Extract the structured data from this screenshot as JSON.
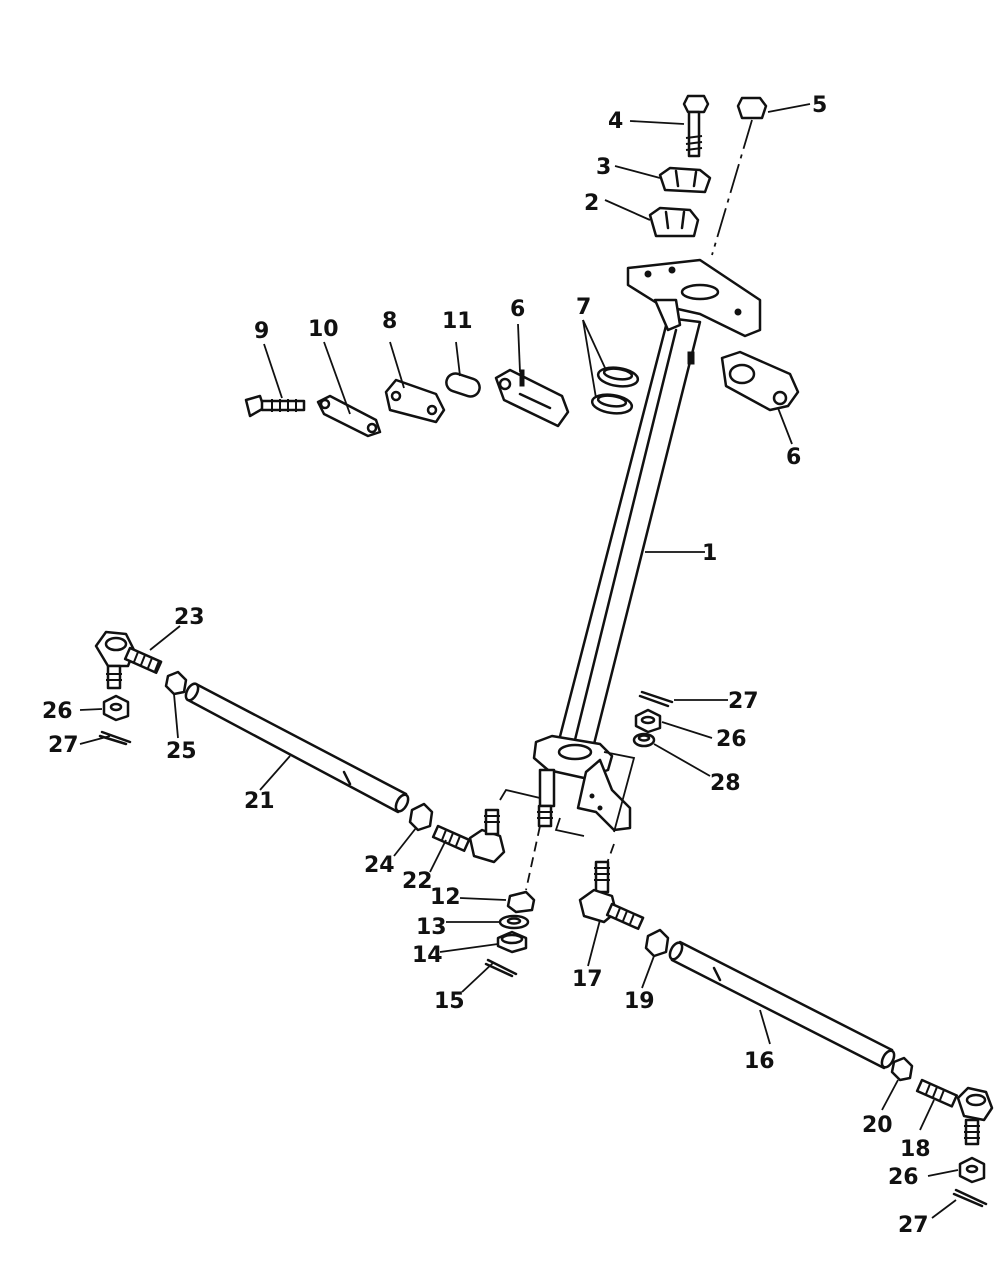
{
  "diagram": {
    "labels": {
      "p1": "1",
      "p2": "2",
      "p3": "3",
      "p4": "4",
      "p5": "5",
      "p6a": "6",
      "p6b": "6",
      "p7": "7",
      "p8": "8",
      "p9": "9",
      "p10": "10",
      "p11": "11",
      "p12": "12",
      "p13": "13",
      "p14": "14",
      "p15": "15",
      "p16": "16",
      "p17": "17",
      "p18": "18",
      "p19": "19",
      "p20": "20",
      "p21": "21",
      "p22": "22",
      "p23": "23",
      "p24": "24",
      "p25": "25",
      "p26a": "26",
      "p26b": "26",
      "p26c": "26",
      "p27a": "27",
      "p27b": "27",
      "p27c": "27",
      "p28": "28"
    }
  }
}
